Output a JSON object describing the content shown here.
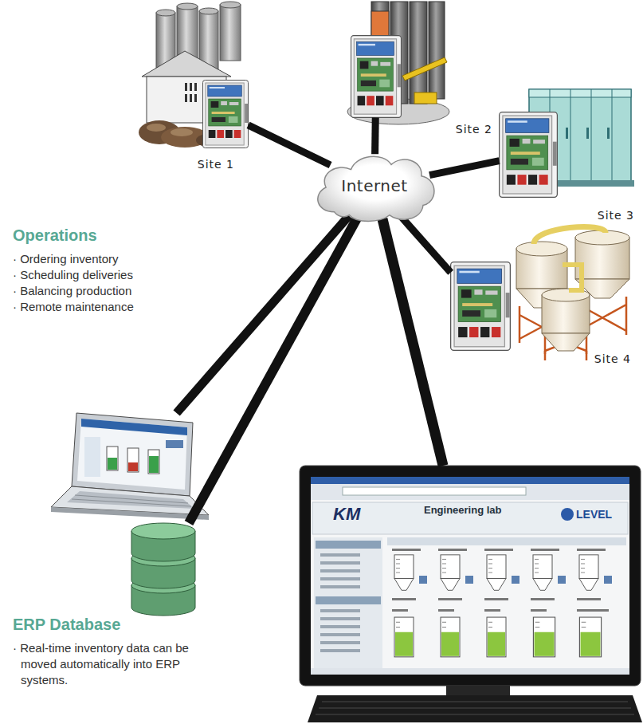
{
  "diagram": {
    "nodes": [
      {
        "text": [
          "Site 1"
        ]
      },
      {
        "text": [
          "Site 2"
        ]
      },
      {
        "text": [
          "Internet"
        ]
      },
      {
        "text": [
          "Site 3"
        ]
      },
      {
        "text": [
          "Operations",
          "· Ordering inventory",
          "· Scheduling deliveries",
          "· Balancing production",
          "· Remote maintenance"
        ]
      },
      {
        "text": [
          "Site 4"
        ]
      },
      {
        "text": [
          "Engineering lab"
        ]
      },
      {
        "text": [
          "ERP Database",
          "· Real-time inventory data can be moved automatically into ERP systems."
        ]
      }
    ],
    "edges": [
      {
        "from": 2,
        "to": 0,
        "arrow": "none"
      },
      {
        "from": 2,
        "to": 1,
        "arrow": "none"
      },
      {
        "from": 2,
        "to": 3,
        "arrow": "none"
      },
      {
        "from": 2,
        "to": 5,
        "arrow": "none"
      },
      {
        "from": 2,
        "to": 4,
        "arrow": "none"
      },
      {
        "from": 2,
        "to": 7,
        "arrow": "none"
      },
      {
        "from": 2,
        "to": 6,
        "arrow": "none"
      }
    ],
    "labels": [
      "KM",
      "LEVEL"
    ]
  }
}
